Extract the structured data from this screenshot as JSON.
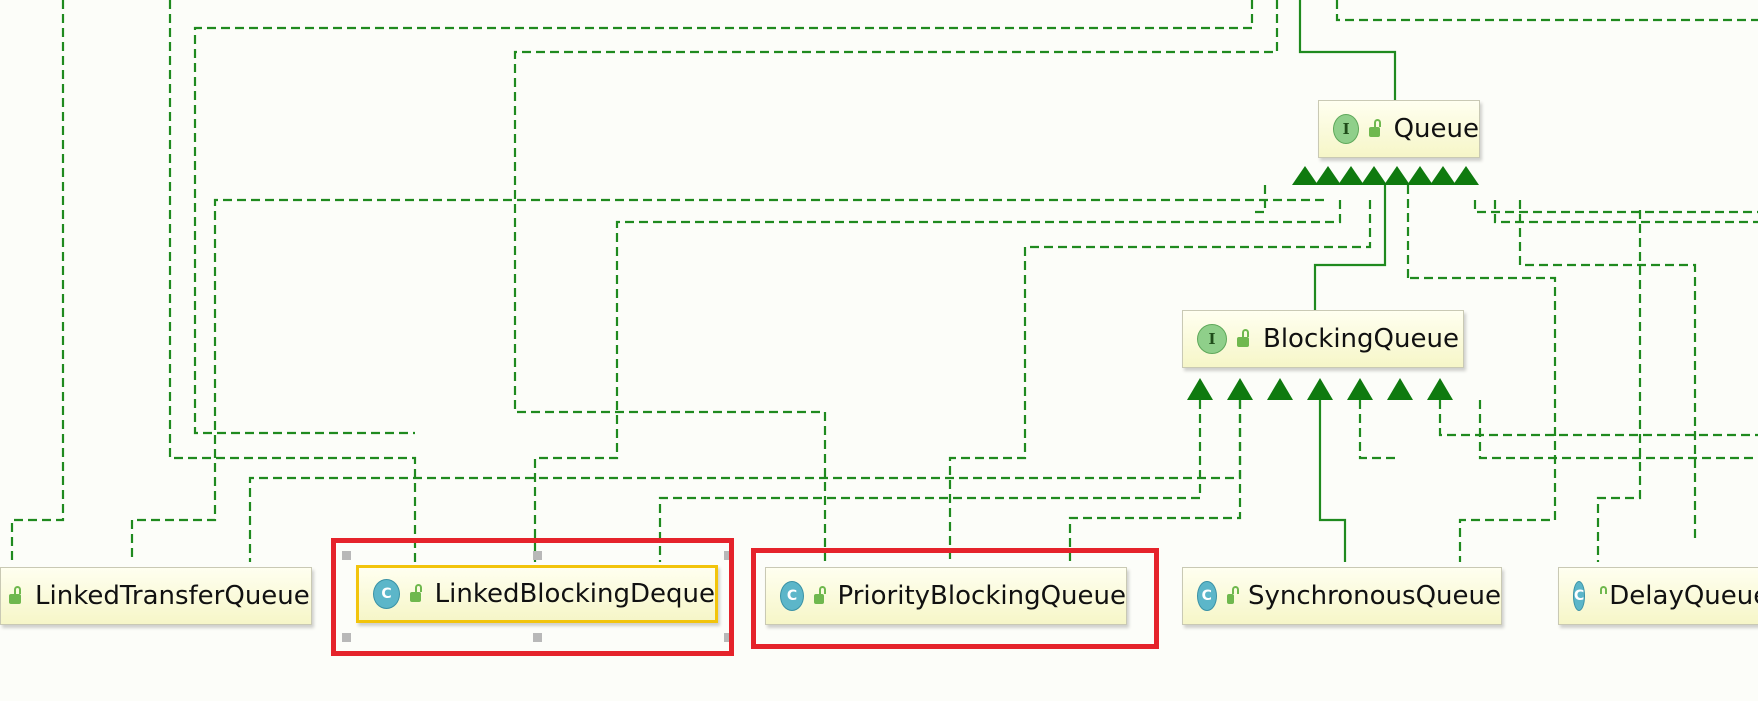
{
  "diagram": {
    "interfaces": [
      {
        "id": "queue",
        "kind": "I",
        "name": "Queue"
      },
      {
        "id": "blockingqueue",
        "kind": "I",
        "name": "BlockingQueue"
      }
    ],
    "classes": [
      {
        "id": "linkedtransferqueue",
        "kind": "C",
        "name": "LinkedTransferQueue"
      },
      {
        "id": "linkedblockingdeque",
        "kind": "C",
        "name": "LinkedBlockingDeque"
      },
      {
        "id": "priorityblockingqueue",
        "kind": "C",
        "name": "PriorityBlockingQueue"
      },
      {
        "id": "synchronousqueue",
        "kind": "C",
        "name": "SynchronousQueue"
      },
      {
        "id": "delayqueue",
        "kind": "C",
        "name": "DelayQueue"
      }
    ],
    "selected": "LinkedBlockingDeque",
    "highlighted": [
      "LinkedBlockingDeque",
      "PriorityBlockingQueue"
    ],
    "colors": {
      "edge": "#1f8a1f",
      "arrow": "#0f7a0f",
      "highlight": "#e5232b",
      "selection": "#f2c40c",
      "interface_badge": "#8fcf8a",
      "class_badge": "#5cb6c9"
    }
  }
}
